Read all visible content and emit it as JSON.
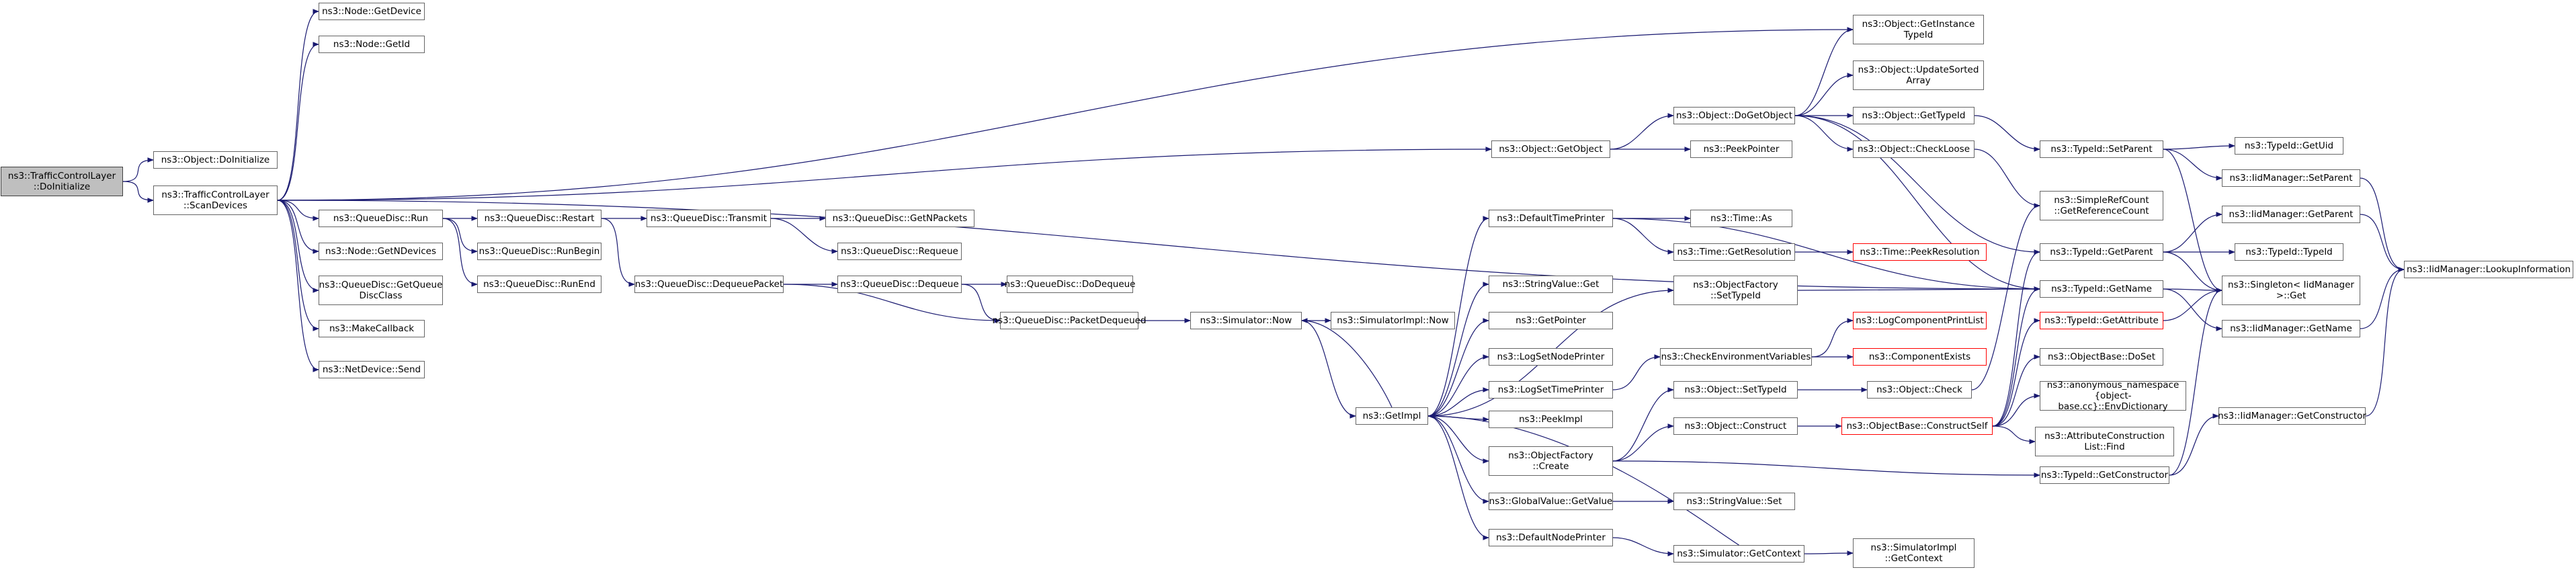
{
  "graph": {
    "root": "TrafficControlLayer_DoInitialize",
    "colors": {
      "edge": "#191970",
      "node_border": "#666666",
      "root_fill": "#bfbfbf",
      "truncated_border": "#ff0000"
    },
    "nodes": {
      "TrafficControlLayer_DoInitialize": "ns3::TrafficControlLayer\n::DoInitialize",
      "Object_DoInitialize": "ns3::Object::DoInitialize",
      "TrafficControlLayer_ScanDevices": "ns3::TrafficControlLayer\n::ScanDevices",
      "Node_GetDevice": "ns3::Node::GetDevice",
      "Node_GetId": "ns3::Node::GetId",
      "Node_GetNDevices": "ns3::Node::GetNDevices",
      "QueueDisc_GetQueueDiscClass": "ns3::QueueDisc::GetQueue\nDiscClass",
      "MakeCallback": "ns3::MakeCallback",
      "NetDevice_Send": "ns3::NetDevice::Send",
      "QueueDisc_Run": "ns3::QueueDisc::Run",
      "QueueDisc_Restart": "ns3::QueueDisc::Restart",
      "QueueDisc_RunBegin": "ns3::QueueDisc::RunBegin",
      "QueueDisc_RunEnd": "ns3::QueueDisc::RunEnd",
      "QueueDisc_Transmit": "ns3::QueueDisc::Transmit",
      "QueueDisc_DequeuePacket": "ns3::QueueDisc::DequeuePacket",
      "QueueDisc_GetNPackets": "ns3::QueueDisc::GetNPackets",
      "QueueDisc_Requeue": "ns3::QueueDisc::Requeue",
      "QueueDisc_Dequeue": "ns3::QueueDisc::Dequeue",
      "QueueDisc_DoDequeue": "ns3::QueueDisc::DoDequeue",
      "QueueDisc_PacketDequeued": "ns3::QueueDisc::PacketDequeued",
      "Simulator_Now": "ns3::Simulator::Now",
      "SimulatorImpl_Now": "ns3::SimulatorImpl::Now",
      "GetImpl": "ns3::GetImpl",
      "Object_GetObject": "ns3::Object::GetObject",
      "Object_DoGetObject": "ns3::Object::DoGetObject",
      "PeekPointer": "ns3::PeekPointer",
      "Object_GetInstanceTypeId": "ns3::Object::GetInstance\nTypeId",
      "Object_UpdateSortedArray": "ns3::Object::UpdateSorted\nArray",
      "Object_GetTypeId": "ns3::Object::GetTypeId",
      "Object_CheckLoose": "ns3::Object::CheckLoose",
      "TypeId_SetParent": "ns3::TypeId::SetParent",
      "TypeId_GetUid": "ns3::TypeId::GetUid",
      "IidManager_SetParent": "ns3::IidManager::SetParent",
      "IidManager_GetParent": "ns3::IidManager::GetParent",
      "IidManager_LookupInformation": "ns3::IidManager::LookupInformation",
      "TypeId_TypeId": "ns3::TypeId::TypeId",
      "Singleton_Get": "ns3::Singleton< IidManager\n >::Get",
      "IidManager_GetName": "ns3::IidManager::GetName",
      "SimpleRefCount_GetReferenceCount": "ns3::SimpleRefCount\n::GetReferenceCount",
      "TypeId_GetParent": "ns3::TypeId::GetParent",
      "TypeId_GetName": "ns3::TypeId::GetName",
      "TypeId_GetAttribute": "ns3::TypeId::GetAttribute",
      "ObjectBase_DoSet": "ns3::ObjectBase::DoSet",
      "anon_EnvDictionary": "ns3::anonymous_namespace\n{object-base.cc}::EnvDictionary",
      "AttributeConstructionList_Find": "ns3::AttributeConstruction\nList::Find",
      "DefaultTimePrinter": "ns3::DefaultTimePrinter",
      "Time_As": "ns3::Time::As",
      "Time_GetResolution": "ns3::Time::GetResolution",
      "Time_PeekResolution": "ns3::Time::PeekResolution",
      "StringValue_Get": "ns3::StringValue::Get",
      "ObjectFactory_SetTypeId": "ns3::ObjectFactory\n::SetTypeId",
      "GetPointer": "ns3::GetPointer",
      "LogSetNodePrinter": "ns3::LogSetNodePrinter",
      "CheckEnvironmentVariables": "ns3::CheckEnvironmentVariables",
      "LogComponentPrintList": "ns3::LogComponentPrintList",
      "ComponentExists": "ns3::ComponentExists",
      "LogSetTimePrinter": "ns3::LogSetTimePrinter",
      "Object_SetTypeId": "ns3::Object::SetTypeId",
      "Object_Check": "ns3::Object::Check",
      "PeekImpl": "ns3::PeekImpl",
      "Object_Construct": "ns3::Object::Construct",
      "ObjectBase_ConstructSelf": "ns3::ObjectBase::ConstructSelf",
      "ObjectFactory_Create": "ns3::ObjectFactory\n::Create",
      "TypeId_GetConstructor": "ns3::TypeId::GetConstructor",
      "IidManager_GetConstructor": "ns3::IidManager::GetConstructor",
      "GlobalValue_GetValue": "ns3::GlobalValue::GetValue",
      "StringValue_Set": "ns3::StringValue::Set",
      "DefaultNodePrinter": "ns3::DefaultNodePrinter",
      "Simulator_GetContext": "ns3::Simulator::GetContext",
      "SimulatorImpl_GetContext": "ns3::SimulatorImpl\n::GetContext"
    },
    "truncated": [
      "Time_PeekResolution",
      "LogComponentPrintList",
      "ComponentExists",
      "ObjectBase_ConstructSelf",
      "TypeId_GetAttribute"
    ],
    "edges": [
      [
        "TrafficControlLayer_DoInitialize",
        "Object_DoInitialize"
      ],
      [
        "TrafficControlLayer_DoInitialize",
        "TrafficControlLayer_ScanDevices"
      ],
      [
        "TrafficControlLayer_ScanDevices",
        "Node_GetDevice"
      ],
      [
        "TrafficControlLayer_ScanDevices",
        "Node_GetId"
      ],
      [
        "TrafficControlLayer_ScanDevices",
        "Object_GetInstanceTypeId"
      ],
      [
        "TrafficControlLayer_ScanDevices",
        "Object_GetObject"
      ],
      [
        "TrafficControlLayer_ScanDevices",
        "TypeId_GetName"
      ],
      [
        "TrafficControlLayer_ScanDevices",
        "QueueDisc_Run"
      ],
      [
        "TrafficControlLayer_ScanDevices",
        "Node_GetNDevices"
      ],
      [
        "TrafficControlLayer_ScanDevices",
        "QueueDisc_GetQueueDiscClass"
      ],
      [
        "TrafficControlLayer_ScanDevices",
        "MakeCallback"
      ],
      [
        "TrafficControlLayer_ScanDevices",
        "NetDevice_Send"
      ],
      [
        "QueueDisc_Run",
        "QueueDisc_Restart"
      ],
      [
        "QueueDisc_Run",
        "QueueDisc_RunBegin"
      ],
      [
        "QueueDisc_Run",
        "QueueDisc_RunEnd"
      ],
      [
        "QueueDisc_Restart",
        "QueueDisc_Transmit"
      ],
      [
        "QueueDisc_Restart",
        "QueueDisc_DequeuePacket"
      ],
      [
        "QueueDisc_Transmit",
        "QueueDisc_GetNPackets"
      ],
      [
        "QueueDisc_Transmit",
        "QueueDisc_Requeue"
      ],
      [
        "QueueDisc_DequeuePacket",
        "QueueDisc_Dequeue"
      ],
      [
        "QueueDisc_DequeuePacket",
        "QueueDisc_PacketDequeued"
      ],
      [
        "QueueDisc_Dequeue",
        "QueueDisc_DoDequeue"
      ],
      [
        "QueueDisc_Dequeue",
        "QueueDisc_PacketDequeued"
      ],
      [
        "QueueDisc_PacketDequeued",
        "Simulator_Now"
      ],
      [
        "Simulator_Now",
        "SimulatorImpl_Now"
      ],
      [
        "Simulator_Now",
        "GetImpl"
      ],
      [
        "Object_GetObject",
        "Object_DoGetObject"
      ],
      [
        "Object_GetObject",
        "PeekPointer"
      ],
      [
        "Object_DoGetObject",
        "Object_GetInstanceTypeId"
      ],
      [
        "Object_DoGetObject",
        "Object_UpdateSortedArray"
      ],
      [
        "Object_DoGetObject",
        "Object_GetTypeId"
      ],
      [
        "Object_DoGetObject",
        "Object_CheckLoose"
      ],
      [
        "Object_DoGetObject",
        "TypeId_GetParent"
      ],
      [
        "Object_DoGetObject",
        "TypeId_GetName"
      ],
      [
        "Object_GetTypeId",
        "TypeId_SetParent"
      ],
      [
        "Object_CheckLoose",
        "SimpleRefCount_GetReferenceCount"
      ],
      [
        "TypeId_SetParent",
        "TypeId_GetUid"
      ],
      [
        "TypeId_SetParent",
        "IidManager_SetParent"
      ],
      [
        "TypeId_SetParent",
        "Singleton_Get"
      ],
      [
        "IidManager_SetParent",
        "IidManager_LookupInformation"
      ],
      [
        "IidManager_GetParent",
        "IidManager_LookupInformation"
      ],
      [
        "IidManager_GetName",
        "IidManager_LookupInformation"
      ],
      [
        "IidManager_GetConstructor",
        "IidManager_LookupInformation"
      ],
      [
        "TypeId_GetParent",
        "IidManager_GetParent"
      ],
      [
        "TypeId_GetParent",
        "TypeId_TypeId"
      ],
      [
        "TypeId_GetParent",
        "Singleton_Get"
      ],
      [
        "TypeId_GetName",
        "Singleton_Get"
      ],
      [
        "TypeId_GetName",
        "IidManager_GetName"
      ],
      [
        "TypeId_GetAttribute",
        "Singleton_Get"
      ],
      [
        "GetImpl",
        "DefaultTimePrinter"
      ],
      [
        "GetImpl",
        "Simulator_Now"
      ],
      [
        "GetImpl",
        "StringValue_Get"
      ],
      [
        "GetImpl",
        "ObjectFactory_SetTypeId"
      ],
      [
        "GetImpl",
        "GetPointer"
      ],
      [
        "GetImpl",
        "LogSetNodePrinter"
      ],
      [
        "GetImpl",
        "LogSetTimePrinter"
      ],
      [
        "GetImpl",
        "PeekImpl"
      ],
      [
        "GetImpl",
        "ObjectFactory_Create"
      ],
      [
        "GetImpl",
        "GlobalValue_GetValue"
      ],
      [
        "GetImpl",
        "DefaultNodePrinter"
      ],
      [
        "DefaultTimePrinter",
        "Time_As"
      ],
      [
        "DefaultTimePrinter",
        "Time_GetResolution"
      ],
      [
        "DefaultTimePrinter",
        "TypeId_GetName"
      ],
      [
        "Time_GetResolution",
        "Time_PeekResolution"
      ],
      [
        "ObjectFactory_SetTypeId",
        "TypeId_GetName"
      ],
      [
        "LogSetTimePrinter",
        "CheckEnvironmentVariables"
      ],
      [
        "CheckEnvironmentVariables",
        "LogComponentPrintList"
      ],
      [
        "CheckEnvironmentVariables",
        "ComponentExists"
      ],
      [
        "ObjectFactory_Create",
        "Object_SetTypeId"
      ],
      [
        "ObjectFactory_Create",
        "Object_Construct"
      ],
      [
        "ObjectFactory_Create",
        "TypeId_GetConstructor"
      ],
      [
        "Object_SetTypeId",
        "Object_Check"
      ],
      [
        "Object_Check",
        "SimpleRefCount_GetReferenceCount"
      ],
      [
        "Object_Construct",
        "ObjectBase_ConstructSelf"
      ],
      [
        "ObjectBase_ConstructSelf",
        "TypeId_GetParent"
      ],
      [
        "ObjectBase_ConstructSelf",
        "TypeId_GetName"
      ],
      [
        "ObjectBase_ConstructSelf",
        "TypeId_GetAttribute"
      ],
      [
        "ObjectBase_ConstructSelf",
        "ObjectBase_DoSet"
      ],
      [
        "ObjectBase_ConstructSelf",
        "anon_EnvDictionary"
      ],
      [
        "ObjectBase_ConstructSelf",
        "AttributeConstructionList_Find"
      ],
      [
        "TypeId_GetConstructor",
        "Singleton_Get"
      ],
      [
        "TypeId_GetConstructor",
        "IidManager_GetConstructor"
      ],
      [
        "GlobalValue_GetValue",
        "StringValue_Set"
      ],
      [
        "DefaultNodePrinter",
        "Simulator_GetContext"
      ],
      [
        "Simulator_GetContext",
        "SimulatorImpl_GetContext"
      ],
      [
        "Simulator_GetContext",
        "GetImpl"
      ]
    ]
  }
}
